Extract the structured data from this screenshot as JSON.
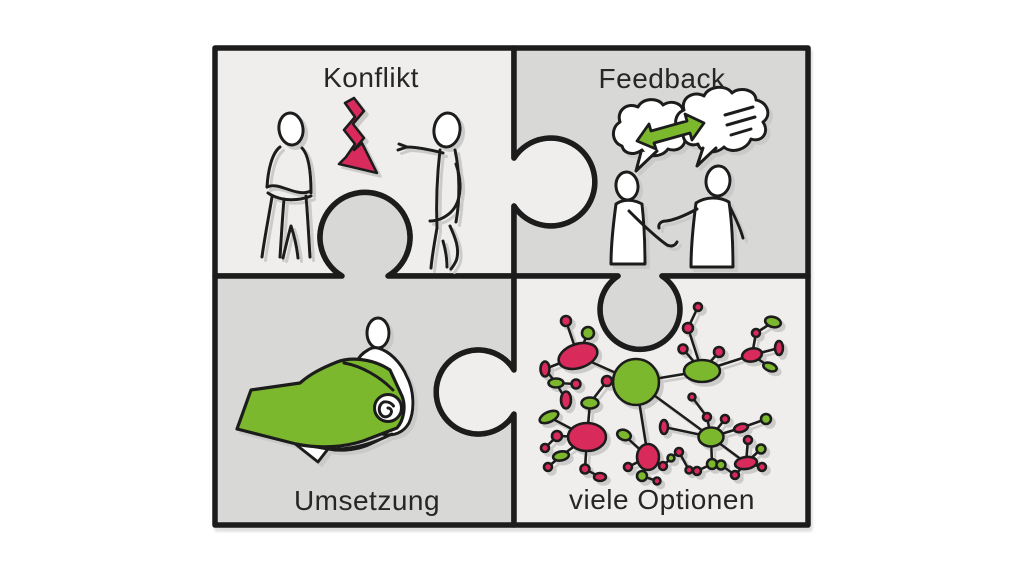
{
  "title": "puzzle diagram with four labeled pieces",
  "palette": {
    "outline": "#1d1d1b",
    "light_piece": "#efeeec",
    "dark_piece": "#d8d8d6",
    "green": "#7cb82e",
    "red": "#d92a5c",
    "shadow": "#c9c9c7",
    "text": "#262624",
    "background": "#ffffff"
  },
  "pieces": [
    {
      "id": "konflikt",
      "label": "Konflikt",
      "position": "top-left",
      "shade": "light",
      "illustration": "two figures facing each other with red zigzag conflict arrow"
    },
    {
      "id": "feedback",
      "label": "Feedback",
      "position": "top-right",
      "shade": "dark",
      "illustration": "two figures with speech clouds linked by green double-headed arrow"
    },
    {
      "id": "umsetzung",
      "label": "Umsetzung",
      "position": "bottom-left",
      "shade": "dark",
      "illustration": "figure unrolling a green arrow carpet pointing down-left"
    },
    {
      "id": "viele_optionen",
      "label": "viele Optionen",
      "position": "bottom-right",
      "shade": "light",
      "illustration": "mindmap network of green and red nodes around a green hub"
    }
  ]
}
